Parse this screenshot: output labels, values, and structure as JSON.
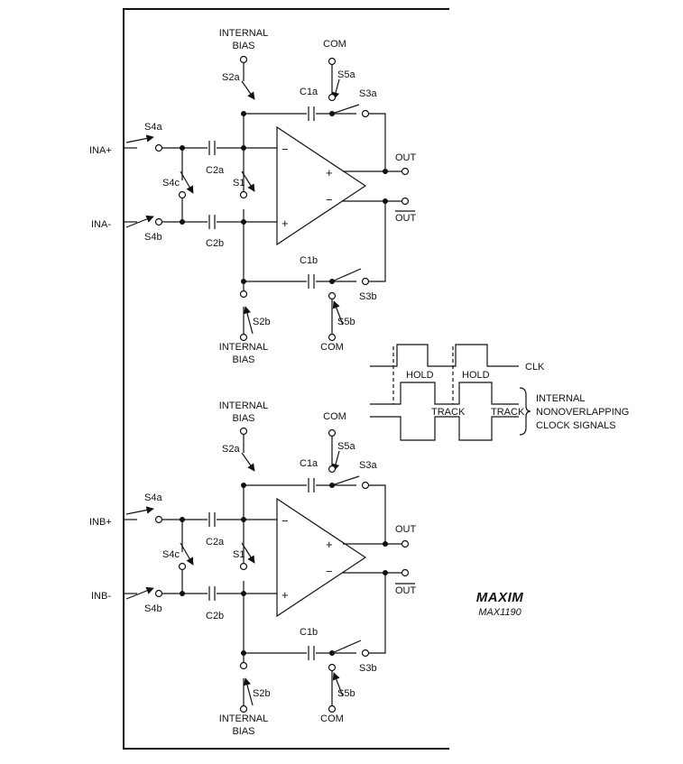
{
  "diagram": {
    "brand": "MAXIM",
    "part_number": "MAX1190",
    "top_channel": {
      "input_plus": "INA+",
      "input_minus": "INA-",
      "internal_bias_top": [
        "INTERNAL",
        "BIAS"
      ],
      "internal_bias_bottom": [
        "INTERNAL",
        "BIAS"
      ],
      "com_top": "COM",
      "com_bottom": "COM",
      "switches": {
        "s1": "S1",
        "s2a": "S2a",
        "s2b": "S2b",
        "s3a": "S3a",
        "s3b": "S3b",
        "s4a": "S4a",
        "s4b": "S4b",
        "s4c": "S4c",
        "s5a": "S5a",
        "s5b": "S5b"
      },
      "capacitors": {
        "c1a": "C1a",
        "c1b": "C1b",
        "c2a": "C2a",
        "c2b": "C2b"
      },
      "amp_in_minus": "−",
      "amp_in_plus": "+",
      "amp_out_plus": "+",
      "amp_out_minus": "−",
      "out": "OUT",
      "out_bar": "OUT"
    },
    "bottom_channel": {
      "input_plus": "INB+",
      "input_minus": "INB-",
      "internal_bias_top": [
        "INTERNAL",
        "BIAS"
      ],
      "internal_bias_bottom": [
        "INTERNAL",
        "BIAS"
      ],
      "com_top": "COM",
      "com_bottom": "COM",
      "switches": {
        "s1": "S1",
        "s2a": "S2a",
        "s2b": "S2b",
        "s3a": "S3a",
        "s3b": "S3b",
        "s4a": "S4a",
        "s4b": "S4b",
        "s4c": "S4c",
        "s5a": "S5a",
        "s5b": "S5b"
      },
      "capacitors": {
        "c1a": "C1a",
        "c1b": "C1b",
        "c2a": "C2a",
        "c2b": "C2b"
      },
      "amp_in_minus": "−",
      "amp_in_plus": "+",
      "amp_out_plus": "+",
      "amp_out_minus": "−",
      "out": "OUT",
      "out_bar": "OUT"
    },
    "timing": {
      "clk": "CLK",
      "hold_1": "HOLD",
      "hold_2": "HOLD",
      "track_1": "TRACK",
      "track_2": "TRACK",
      "note": [
        "INTERNAL",
        "NONOVERLAPPING",
        "CLOCK SIGNALS"
      ]
    }
  }
}
